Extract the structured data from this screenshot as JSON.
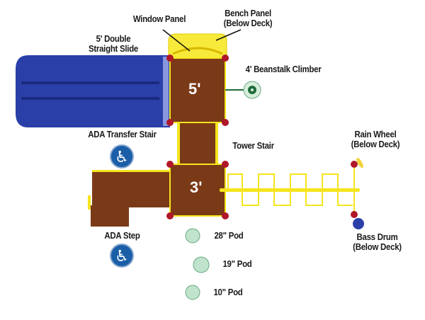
{
  "labels": {
    "slide": [
      "5' Double",
      "Straight Slide"
    ],
    "window_panel": "Window Panel",
    "bench_panel": [
      "Bench Panel",
      "(Below Deck)"
    ],
    "beanstalk": "4' Beanstalk Climber",
    "ada_transfer": "ADA Transfer Stair",
    "tower_stair": "Tower Stair",
    "rain_wheel": [
      "Rain Wheel",
      "(Below Deck)"
    ],
    "ada_step": "ADA Step",
    "bass_drum": [
      "Bass Drum",
      "(Below Deck)"
    ],
    "pods": [
      "28\" Pod",
      "19\" Pod",
      "10\" Pod"
    ],
    "deck_high": "5'",
    "deck_low": "3'"
  },
  "icons": [
    "accessibility-icon",
    "accessibility-icon"
  ],
  "colors": {
    "deck": "#7b3a17",
    "slide": "#2a3fa8",
    "trim": "#f5e51e",
    "post": "#b0172a",
    "pod": "#bfe3cc",
    "ada": "#1b5ea8"
  }
}
